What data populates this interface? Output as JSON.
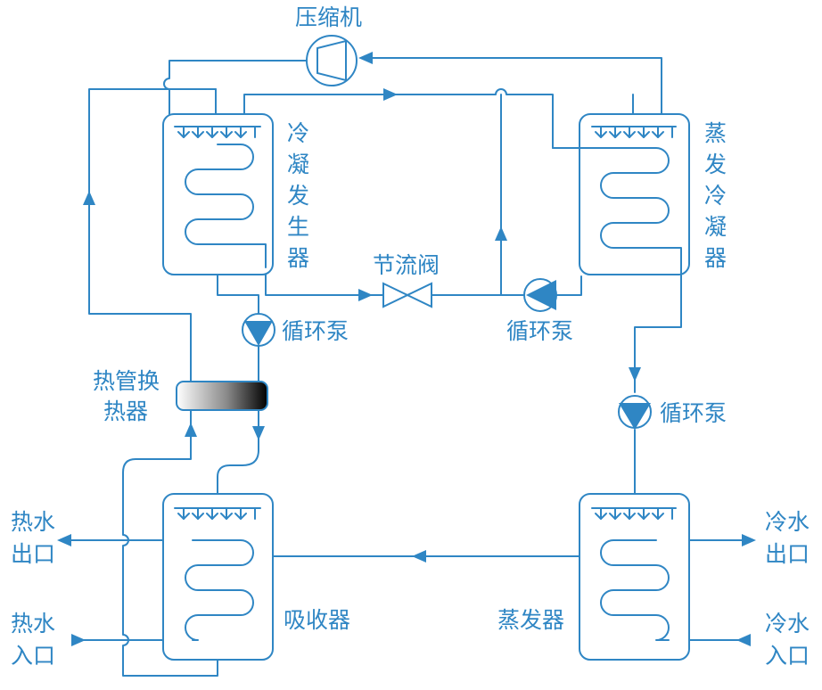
{
  "colors": {
    "line": "#2f86c4",
    "background": "#ffffff"
  },
  "labels": {
    "compressor": "压缩机",
    "condenser_generator": [
      "冷",
      "凝",
      "发",
      "生",
      "器"
    ],
    "evaporative_condenser": [
      "蒸",
      "发",
      "冷",
      "凝",
      "器"
    ],
    "throttle_valve": "节流阀",
    "pump_left": "循环泵",
    "pump_center": "循环泵",
    "pump_right": "循环泵",
    "heat_pipe_exchanger": [
      "热管换",
      "热器"
    ],
    "absorber": "吸收器",
    "evaporator": "蒸发器",
    "hot_water_out": [
      "热水",
      "出口"
    ],
    "hot_water_in": [
      "热水",
      "入口"
    ],
    "cold_water_out": [
      "冷水",
      "出口"
    ],
    "cold_water_in": [
      "冷水",
      "入口"
    ]
  }
}
